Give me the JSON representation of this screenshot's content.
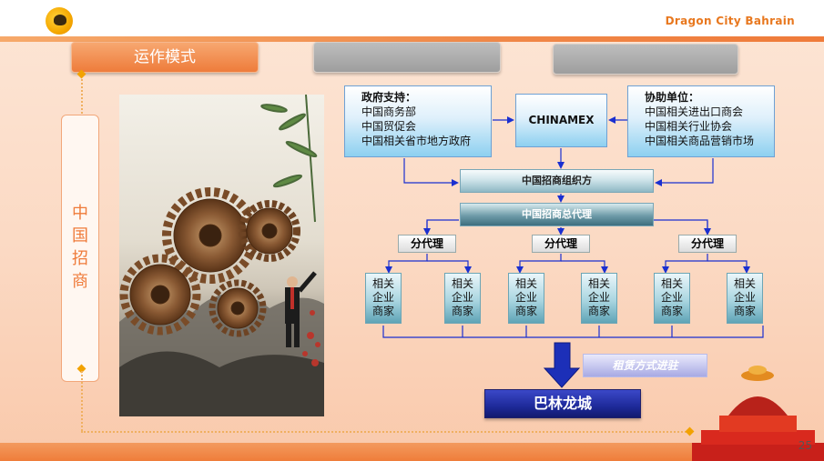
{
  "header": {
    "brand": "Dragon City Bahrain",
    "tabs": [
      "运作模式",
      "",
      ""
    ],
    "page_number": "25"
  },
  "sidebar": {
    "vertical_label_chars": [
      "中",
      "国",
      "招",
      "商"
    ]
  },
  "diagram": {
    "gov_support": {
      "title": "政府支持：",
      "lines": [
        "中国商务部",
        "中国贸促会",
        "中国相关省市地方政府"
      ]
    },
    "center": "CHINAMEX",
    "associations": {
      "title": "协助单位：",
      "lines": [
        "中国相关进出口商会",
        "中国相关行业协会",
        "中国相关商品营销市场"
      ]
    },
    "organizer": "中国招商组织方",
    "general_agent": "中国招商总代理",
    "sub_agents": [
      "分代理",
      "分代理",
      "分代理"
    ],
    "enterprise_label": [
      "相关",
      "企业",
      "商家"
    ],
    "enterprise_count": 6,
    "leasing_note": "租赁方式进驻",
    "destination": "巴林龙城"
  },
  "colors": {
    "accent_orange": "#ef7b3a",
    "blue_line": "#1a2fd0",
    "destination_blue": "#1e2a9a"
  }
}
